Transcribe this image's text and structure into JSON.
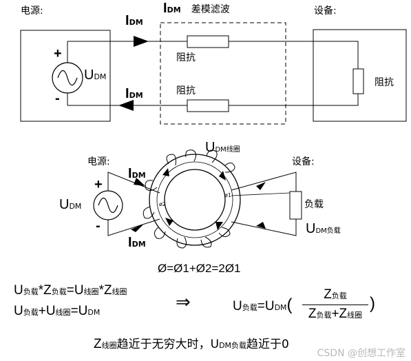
{
  "top": {
    "power_label": "电源:",
    "device_label": "设备:",
    "filter_title_main": "I",
    "filter_title_sub": "DM",
    "filter_title_text": "差模滤波",
    "current_top_main": "I",
    "current_top_sub": "DM",
    "current_bottom_main": "I",
    "current_bottom_sub": "DM",
    "plus": "+",
    "minus": "-",
    "source_main": "U",
    "source_sub": "DM",
    "impedance_top": "阻抗",
    "impedance_bottom": "阻抗",
    "impedance_device": "阻抗"
  },
  "middle": {
    "power_label": "电源:",
    "device_label": "设备:",
    "coil_voltage_main": "U",
    "coil_voltage_sub": "DM线圈",
    "current_top_main": "I",
    "current_top_sub": "DM",
    "current_bottom_main": "I",
    "current_bottom_sub": "DM",
    "plus": "+",
    "minus": "-",
    "source_main": "U",
    "source_sub": "DM",
    "load_label": "负载",
    "load_voltage_main": "U",
    "load_voltage_sub": "DM负载",
    "flux_1": "ø1",
    "flux_2": "ø2",
    "flux_equation": "Ø=Ø1+Ø2=2Ø1"
  },
  "equations": {
    "eq1": [
      "U",
      "负载",
      "*Z",
      "负载",
      "=U",
      "线圈",
      "*Z",
      "线圈"
    ],
    "eq2": [
      "U",
      "负载",
      "+U",
      "线圈",
      "=U",
      "DM"
    ],
    "implies": "⇒",
    "result_lhs": [
      "U",
      "负载",
      "=U",
      "DM",
      "("
    ],
    "result_num": [
      "Z",
      "负载"
    ],
    "result_den": [
      "Z",
      "负载",
      "+Z",
      "线圈"
    ],
    "result_close": ")"
  },
  "conclusion": [
    "Z",
    "线圈",
    "趋近于无穷大时，U",
    "DM负载",
    "趋近于0"
  ],
  "watermark": "CSDN @创想工作室"
}
